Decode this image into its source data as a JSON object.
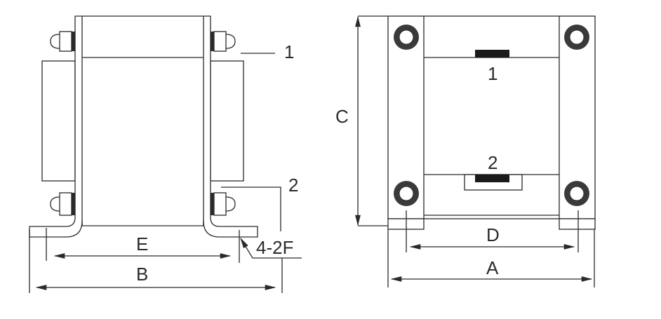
{
  "side_view": {
    "labels": {
      "part1": "1",
      "part2": "2",
      "holes": "4-2F",
      "dim_e": "E",
      "dim_b": "B"
    }
  },
  "front_view": {
    "labels": {
      "part1": "1",
      "part2": "2",
      "dim_c": "C",
      "dim_d": "D",
      "dim_a": "A"
    }
  },
  "colors": {
    "line": "#2a2a2a",
    "terminal": "#1a1a1a"
  }
}
